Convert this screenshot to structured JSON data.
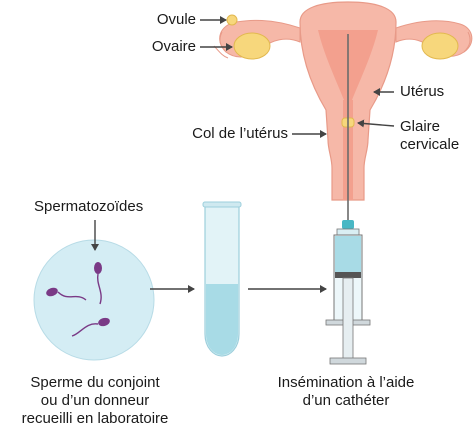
{
  "labels": {
    "ovule": "Ovule",
    "ovaire": "Ovaire",
    "uterus": "Utérus",
    "col": "Col de l’utérus",
    "glaire_line1": "Glaire",
    "glaire_line2": "cervicale",
    "spermatozoides": "Spermatozoïdes",
    "sperme_line1": "Sperme du conjoint",
    "sperme_line2": "ou d’un donneur",
    "sperme_line3": "recueilli en laboratoire",
    "insemination_line1": "Insémination à l’aide",
    "insemination_line2": "d’un cathéter"
  },
  "colors": {
    "uterus_fill": "#f6b8a8",
    "uterus_inner": "#f3a08e",
    "ovary_fill": "#f7d77c",
    "tube_liquid": "#a8dbe6",
    "tube_glass": "#e2f3f7",
    "circle_fill": "#d4edf4",
    "sperm_color": "#7a3a86",
    "syringe_cap": "#49b7c4",
    "arrow": "#444444"
  }
}
